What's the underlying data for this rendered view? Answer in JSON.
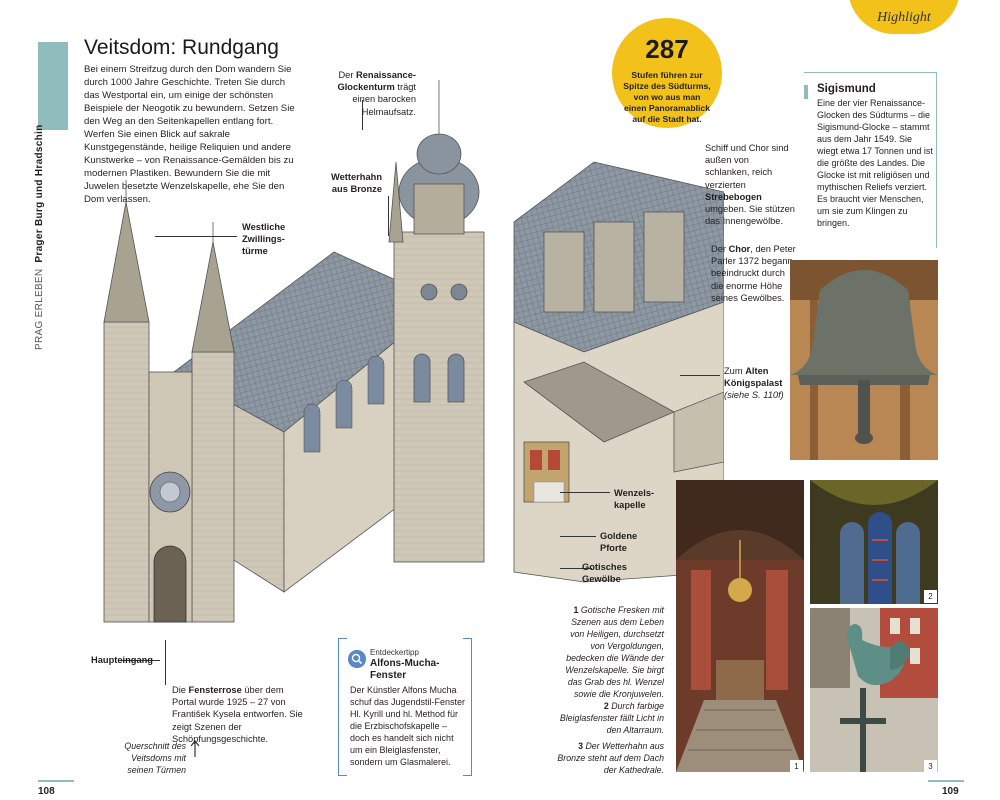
{
  "sidebar": {
    "section": "PRAG ERLEBEN",
    "chapter": "Prager Burg und Hradschin"
  },
  "title": "Veitsdom: Rundgang",
  "intro": "Bei einem Streifzug durch den Dom wandern Sie durch 1000 Jahre Geschichte. Treten Sie durch das Westportal ein, um einige der schönsten Beispiele der Neogotik zu bewundern. Setzen Sie den Weg an den Seitenkapellen entlang fort. Werfen Sie einen Blick auf sakrale Kunstgegenstände, heilige Reliquien und andere Kunstwerke – von Renaissance-Gemälden bis zu modernen Plastiken. Bewundern Sie die mit Juwelen besetzte Wenzelskapelle, ehe Sie den Dom verlassen.",
  "callouts": {
    "bell_tower": {
      "pre": "Der ",
      "bold": "Renaissance-Glockenturm",
      "post": " trägt einen barocken Helmaufsatz."
    },
    "twin_towers": {
      "bold": "Westliche Zwillings-türme"
    },
    "weathercock": {
      "bold": "Wetterhahn aus Bronze"
    },
    "nave": {
      "pre": "Schiff und Chor sind außen von schlanken, reich verzierten ",
      "bold": "Strebebogen",
      "post": " umgeben. Sie stützen das Innengewölbe."
    },
    "choir": {
      "pre": "Der ",
      "bold": "Chor",
      "post": ", den Peter Parler 1372 begann, beeindruckt durch die enorme Höhe seines Gewölbes."
    },
    "palace": {
      "pre": "Zum ",
      "bold": "Alten Königspalast",
      "ref": "(siehe S. 110f)"
    },
    "wenceslas": {
      "bold": "Wenzels-kapelle"
    },
    "golden_gate": {
      "bold": "Goldene Pforte"
    },
    "gothic_vault": {
      "bold": "Gotisches Gewölbe"
    },
    "main_entrance": {
      "bold": "Haupteingang"
    },
    "rose_window": {
      "pre": "Die ",
      "bold": "Fensterrose",
      "post": " über dem Portal wurde 1925 – 27 von František Kysela entworfen. Sie zeigt Szenen der Schöpfungsgeschichte."
    }
  },
  "stat": {
    "number": "287",
    "text": "Stufen führen zur Spitze des Südturms, von wo aus man einen Panoramablick auf die Stadt hat."
  },
  "highlight": "Highlight",
  "sigismund": {
    "title": "Sigismund",
    "text": "Eine der vier Renaissance-Glocken des Südturms – die Sigismund-Glocke – stammt aus dem Jahr 1549. Sie wiegt etwa 17 Tonnen und ist die größte des Landes. Die Glocke ist mit religiösen und mythischen Reliefs verziert. Es braucht vier Menschen, um sie zum Klingen zu bringen."
  },
  "tip": {
    "label": "Entdeckertipp",
    "title": "Alfons-Mucha-Fenster",
    "text": "Der Künstler Alfons Mucha schuf das Jugendstil-Fenster Hl. Kyrill und hl. Method für die Erzbischofskapelle – doch es handelt sich nicht um ein Bleiglasfenster, sondern um Glasmalerei."
  },
  "photo_captions": [
    {
      "num": "1",
      "text": "Gotische Fresken mit Szenen aus dem Leben von Heiligen, durchsetzt von Vergoldungen, bedecken die Wände der Wenzelskapelle. Sie birgt das Grab des hl. Wenzel sowie die Kronjuwelen."
    },
    {
      "num": "2",
      "text": "Durch farbige Bleiglasfenster fällt Licht in den Altarraum."
    },
    {
      "num": "3",
      "text": "Der Wetterhahn aus Bronze steht auf dem Dach der Kathedrale."
    }
  ],
  "photo_numbers": [
    "1",
    "2",
    "3"
  ],
  "cross_section": "Querschnitt des Veitsdoms mit seinen Türmen",
  "page_left": "108",
  "page_right": "109",
  "colors": {
    "accent": "#8fbcbc",
    "highlight": "#f2c21a",
    "tip": "#5a87c5"
  }
}
